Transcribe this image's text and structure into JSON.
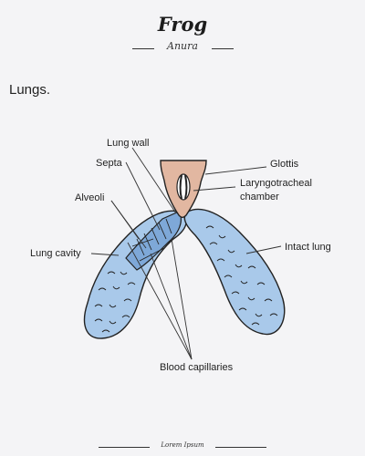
{
  "header": {
    "title": "Frog",
    "subtitle": "Anura"
  },
  "section": {
    "label": "Lungs."
  },
  "labels": {
    "lung_wall": "Lung wall",
    "septa": "Septa",
    "alveoli": "Alveoli",
    "lung_cavity": "Lung cavity",
    "glottis": "Glottis",
    "laryngotracheal_line1": "Laryngotracheal",
    "laryngotracheal_line2": "chamber",
    "intact_lung": "Intact lung",
    "blood_capillaries": "Blood capillaries"
  },
  "footer": {
    "text": "Lorem Ipsum"
  },
  "stock_id": "767112897",
  "colors": {
    "lung_fill": "#a9c9ea",
    "lung_fill_dark": "#7ea8d8",
    "larynx_fill": "#e2b7a1",
    "outline": "#222222",
    "background": "#f4f4f6"
  }
}
